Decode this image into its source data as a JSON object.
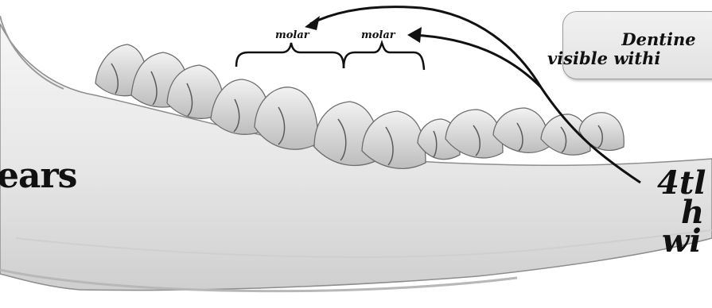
{
  "labels": {
    "molar_left": "molar",
    "molar_right": "molar",
    "side_label": "ears",
    "callout_line1": "Dentine",
    "callout_line2": "visible withi",
    "right_line1": "4tl",
    "right_line2": "h",
    "right_line3": "wi"
  },
  "colors": {
    "bone": "#e9e9e9",
    "ink": "#111111",
    "callout_fill": "#e8e8e8"
  }
}
